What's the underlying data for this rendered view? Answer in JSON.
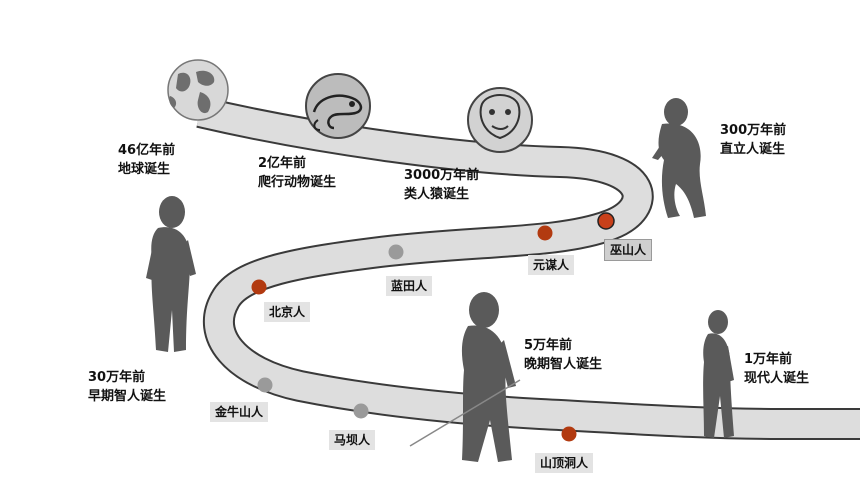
{
  "events": [
    {
      "id": "earth",
      "time": "46亿年前",
      "event": "地球诞生"
    },
    {
      "id": "reptile",
      "time": "2亿年前",
      "event": "爬行动物诞生"
    },
    {
      "id": "ape",
      "time": "3000万年前",
      "event": "类人猿诞生"
    },
    {
      "id": "upright",
      "time": "300万年前",
      "event": "直立人诞生"
    },
    {
      "id": "early-sapiens",
      "time": "30万年前",
      "event": "早期智人诞生"
    },
    {
      "id": "late-sapiens",
      "time": "5万年前",
      "event": "晚期智人诞生"
    },
    {
      "id": "modern",
      "time": "1万年前",
      "event": "现代人诞生"
    }
  ],
  "sites": [
    {
      "id": "wushan",
      "name": "巫山人",
      "dot": "red"
    },
    {
      "id": "yuanmou",
      "name": "元谋人",
      "dot": "red"
    },
    {
      "id": "lantian",
      "name": "蓝田人",
      "dot": "gray"
    },
    {
      "id": "beijing",
      "name": "北京人",
      "dot": "red"
    },
    {
      "id": "jinniushan",
      "name": "金牛山人",
      "dot": "gray"
    },
    {
      "id": "maba",
      "name": "马坝人",
      "dot": "gray"
    },
    {
      "id": "shandingdong",
      "name": "山顶洞人",
      "dot": "red"
    }
  ],
  "colors": {
    "red_dot": "#b23a10",
    "gray_dot": "#9a9a9a",
    "road_fill": "#dddddd",
    "road_edge": "#3a3a3a"
  },
  "icons": {
    "earth": "globe-icon",
    "reptile": "chameleon-icon",
    "ape": "ape-face-icon"
  }
}
